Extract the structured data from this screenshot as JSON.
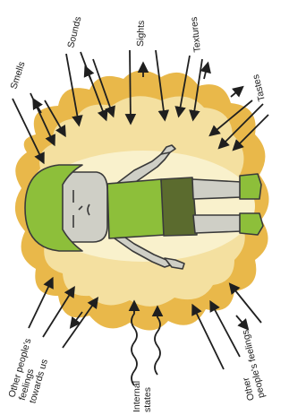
{
  "labels": {
    "smells": "Smells",
    "sounds": "Sounds",
    "sights": "Sights",
    "textures": "Textures",
    "tastes": "Tastes",
    "others_towards_us": [
      "Other people's",
      "feelings",
      "towards us"
    ],
    "internal_states": [
      "Internal",
      "states"
    ],
    "others_feelings": [
      "Other",
      "people's feelings"
    ]
  },
  "colors": {
    "blob": "#e9b84a",
    "halo": "#f4e0a0",
    "glow": "#f9f1cc",
    "hair": "#8dbf3a",
    "shirt": "#8dbf3a",
    "shorts": "#5b6b2e",
    "skin": "#cfcfc6",
    "outline": "#3a3a3a",
    "arrow": "#1f1f1f"
  }
}
